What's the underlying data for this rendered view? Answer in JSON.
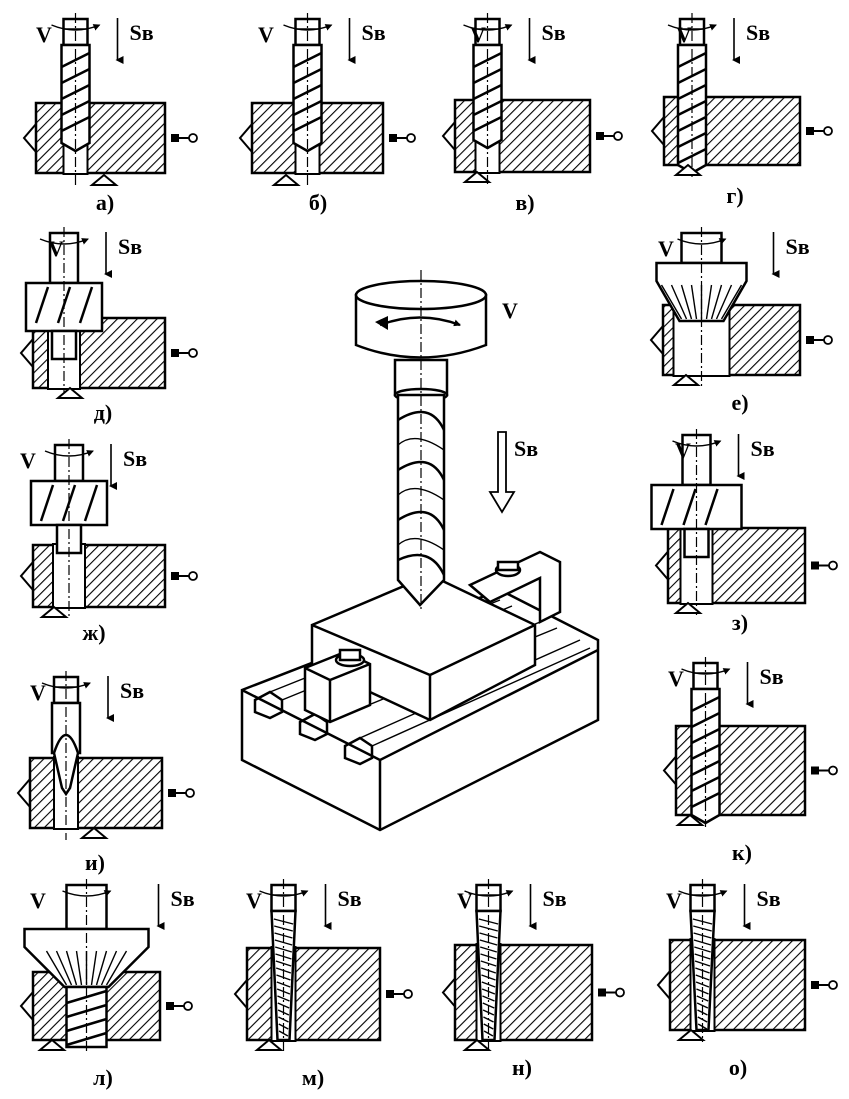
{
  "symbols": {
    "speed": "V",
    "feed": "Sв"
  },
  "panels": [
    {
      "id": "a",
      "label": "а)",
      "tool": "twist-drill"
    },
    {
      "id": "b",
      "label": "б)",
      "tool": "twist-drill"
    },
    {
      "id": "v",
      "label": "в)",
      "tool": "twist-drill"
    },
    {
      "id": "g",
      "label": "г)",
      "tool": "gun-drill"
    },
    {
      "id": "d",
      "label": "д)",
      "tool": "counterbore"
    },
    {
      "id": "e",
      "label": "е)",
      "tool": "countersink"
    },
    {
      "id": "zh",
      "label": "ж)",
      "tool": "core-drill"
    },
    {
      "id": "z",
      "label": "з)",
      "tool": "spotfacer"
    },
    {
      "id": "i",
      "label": "и)",
      "tool": "center-drill"
    },
    {
      "id": "k",
      "label": "к)",
      "tool": "reamer"
    },
    {
      "id": "l",
      "label": "л)",
      "tool": "combined-countersink"
    },
    {
      "id": "m",
      "label": "м)",
      "tool": "taper-drill"
    },
    {
      "id": "n",
      "label": "н)",
      "tool": "taper-counterbore"
    },
    {
      "id": "o",
      "label": "о)",
      "tool": "taper-reamer"
    }
  ],
  "center": {
    "speed": "V",
    "feed": "Sв"
  }
}
